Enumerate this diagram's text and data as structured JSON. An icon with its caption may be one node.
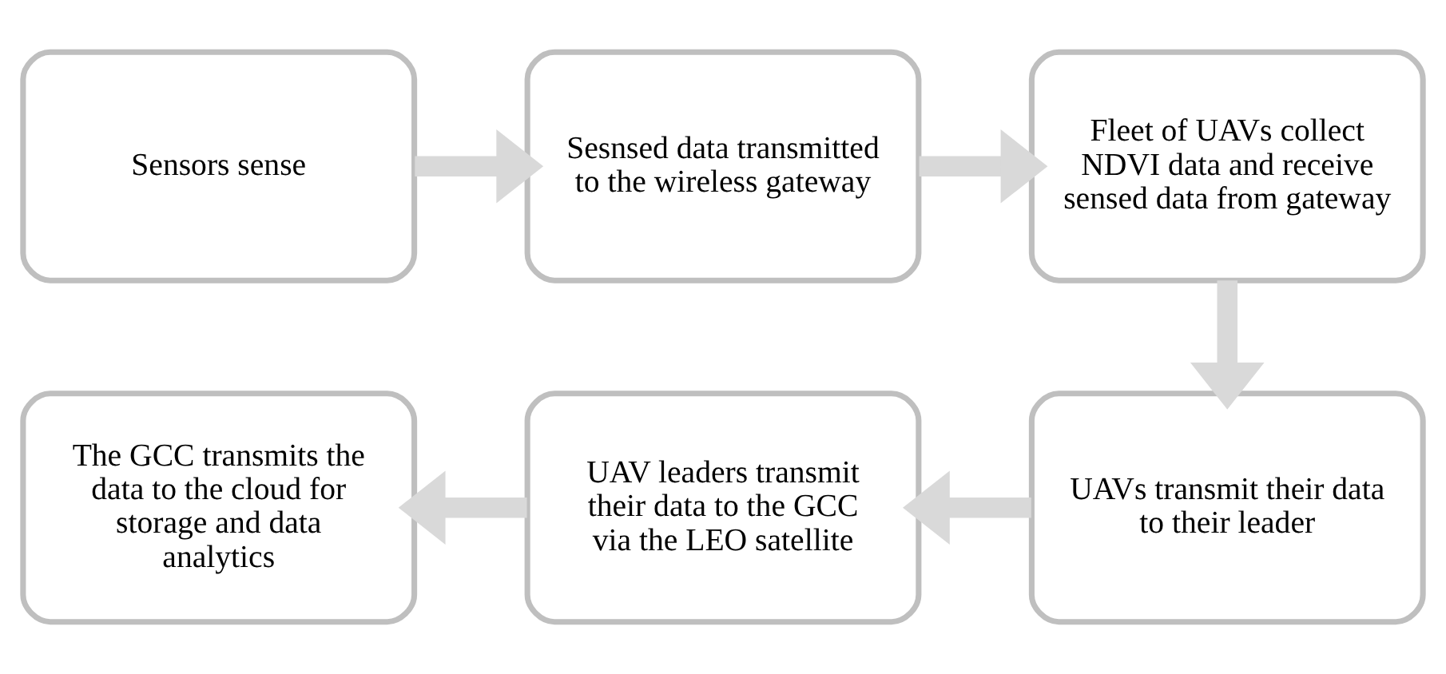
{
  "diagram": {
    "nodes": [
      {
        "text": [
          "Sensors sense"
        ]
      },
      {
        "text": [
          "Sesnsed data transmitted to the wireless gateway"
        ]
      },
      {
        "text": [
          "Fleet of UAVs collect NDVI data and receive sensed data from gateway"
        ]
      },
      {
        "text": [
          "UAVs transmit their data to their leader"
        ]
      },
      {
        "text": [
          "UAV leaders transmit their data to the GCC via the LEO satellite"
        ]
      },
      {
        "text": [
          "The GCC transmits the data to the cloud for storage and data analytics"
        ]
      }
    ],
    "edges": [
      {
        "from": 0,
        "to": 1,
        "arrow": "to"
      },
      {
        "from": 1,
        "to": 2,
        "arrow": "to"
      },
      {
        "from": 2,
        "to": 3,
        "arrow": "to"
      },
      {
        "from": 3,
        "to": 4,
        "arrow": "to"
      },
      {
        "from": 4,
        "to": 5,
        "arrow": "to"
      }
    ]
  }
}
